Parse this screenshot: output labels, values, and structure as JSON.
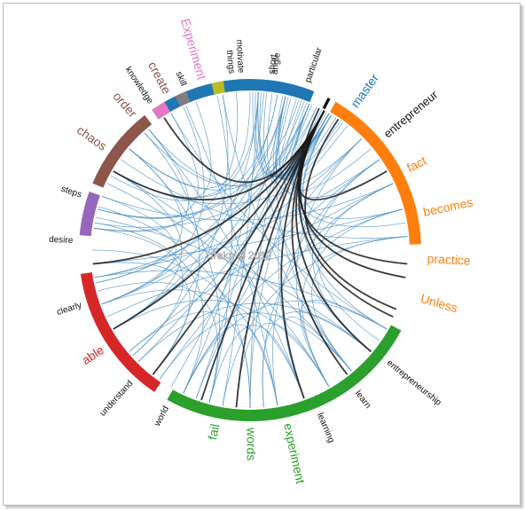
{
  "watermark": "frakn © 2012",
  "colors": {
    "link": "#4a8fc4",
    "strong_link": "#1a1a1a",
    "label_dark": "#111111"
  },
  "groups": [
    {
      "name": "master",
      "color": "#1f77b4",
      "a0": -35,
      "a1": 22,
      "words": [
        "knowledge",
        "skill",
        "things",
        "short",
        "particular",
        "master"
      ]
    },
    {
      "name": "entrepreneur",
      "color": "#111111",
      "a0": 27,
      "a1": 28,
      "words": [
        "entrepreneur"
      ]
    },
    {
      "name": "unless",
      "color": "#ff7f0e",
      "a0": 30,
      "a1": 88,
      "words": [
        "fact",
        "becomes",
        "practice",
        "Unless"
      ]
    },
    {
      "name": "words",
      "color": "#2ca02c",
      "a0": 118,
      "a1": 209,
      "words": [
        "entrepreneurship",
        "learn",
        "learning",
        "experiment",
        "words",
        "fail"
      ]
    },
    {
      "name": "able",
      "color": "#d62728",
      "a0": 214,
      "a1": 262,
      "words": [
        "world",
        "understand",
        "able",
        "clearly"
      ]
    },
    {
      "name": "desire",
      "color": "#9467bd",
      "a0": 275,
      "a1": 290,
      "words": [
        "desire",
        "steps"
      ]
    },
    {
      "name": "chaos",
      "color": "#8c564b",
      "a0": 293,
      "a1": 322,
      "words": [
        "chaos",
        "order",
        "create"
      ]
    },
    {
      "name": "experiment-tag",
      "color": "#e377c2",
      "a0": 325,
      "a1": 330,
      "words": [
        "Experiment"
      ]
    },
    {
      "name": "motivate",
      "color": "#7f7f7f",
      "a0": 334,
      "a1": 338,
      "words": [
        "motivate"
      ]
    },
    {
      "name": "angle",
      "color": "#bcbd22",
      "a0": 347,
      "a1": 351,
      "words": [
        "angle"
      ]
    }
  ],
  "labels": [
    {
      "text": "knowledge",
      "angle": -34,
      "size": 10,
      "color": "#111111"
    },
    {
      "text": "skill",
      "angle": -22,
      "size": 10,
      "color": "#111111"
    },
    {
      "text": "things",
      "angle": -6,
      "size": 10,
      "color": "#111111"
    },
    {
      "text": "short",
      "angle": 7,
      "size": 10,
      "color": "#111111"
    },
    {
      "text": "particular",
      "angle": 19,
      "size": 10,
      "color": "#111111"
    },
    {
      "text": "master",
      "angle": 36,
      "size": 14,
      "color": "#1f77b4"
    },
    {
      "text": "entrepreneur",
      "angle": 50,
      "size": 13,
      "color": "#111111"
    },
    {
      "text": "fact",
      "angle": 63,
      "size": 14,
      "color": "#ff7f0e"
    },
    {
      "text": "becomes",
      "angle": 78,
      "size": 14,
      "color": "#ff7f0e"
    },
    {
      "text": "practice",
      "angle": 93,
      "size": 14,
      "color": "#ff7f0e"
    },
    {
      "text": "Unless",
      "angle": 106,
      "size": 14,
      "color": "#ff7f0e"
    },
    {
      "text": "entrepreneurship",
      "angle": 129,
      "size": 10,
      "color": "#111111"
    },
    {
      "text": "learn",
      "angle": 143,
      "size": 10,
      "color": "#111111"
    },
    {
      "text": "learning",
      "angle": 157,
      "size": 10,
      "color": "#111111"
    },
    {
      "text": "experiment",
      "angle": 168,
      "size": 14,
      "color": "#2ca02c"
    },
    {
      "text": "words",
      "angle": 180,
      "size": 14,
      "color": "#2ca02c"
    },
    {
      "text": "fail",
      "angle": 191,
      "size": 14,
      "color": "#2ca02c"
    },
    {
      "text": "world",
      "angle": 208,
      "size": 10,
      "color": "#111111"
    },
    {
      "text": "understand",
      "angle": 222,
      "size": 10,
      "color": "#111111"
    },
    {
      "text": "able",
      "angle": 236,
      "size": 14,
      "color": "#d62728"
    },
    {
      "text": "clearly",
      "angle": 252,
      "size": 10,
      "color": "#111111"
    },
    {
      "text": "desire",
      "angle": 273,
      "size": 10,
      "color": "#111111"
    },
    {
      "text": "steps",
      "angle": 288,
      "size": 10,
      "color": "#111111"
    },
    {
      "text": "chaos",
      "angle": 305,
      "size": 14,
      "color": "#8c564b"
    },
    {
      "text": "order",
      "angle": 319,
      "size": 14,
      "color": "#8c564b"
    },
    {
      "text": "create",
      "angle": 332,
      "size": 14,
      "color": "#8c564b"
    },
    {
      "text": "Experiment",
      "angle": 344,
      "size": 14,
      "color": "#e377c2"
    },
    {
      "text": "motivate",
      "angle": 357,
      "size": 10,
      "color": "#111111"
    },
    {
      "text": "angle",
      "angle": 8,
      "size": 10,
      "color": "#111111"
    }
  ],
  "links": [
    [
      1,
      28,
      "s"
    ],
    [
      2,
      30,
      "s"
    ],
    [
      4,
      30,
      "s"
    ],
    [
      6,
      30,
      "s"
    ],
    [
      8,
      30,
      "s"
    ],
    [
      12,
      30,
      "s"
    ],
    [
      14,
      30,
      "s"
    ],
    [
      17,
      30,
      "s"
    ],
    [
      19,
      30,
      "s"
    ],
    [
      21,
      30,
      "s"
    ],
    [
      23,
      30,
      "s"
    ],
    [
      25,
      30,
      "s"
    ],
    [
      27,
      30,
      "s"
    ],
    [
      29,
      30,
      "s"
    ],
    [
      31,
      30,
      "s"
    ],
    [
      33,
      30,
      "s"
    ],
    [
      36,
      30,
      "s"
    ],
    [
      38,
      30,
      "s"
    ],
    [
      3,
      60,
      "s"
    ],
    [
      3,
      130,
      "s"
    ],
    [
      3,
      190,
      "s"
    ],
    [
      3,
      240,
      "s"
    ],
    [
      3,
      300,
      "s"
    ],
    [
      13,
      35,
      "s"
    ],
    [
      13,
      80,
      "s"
    ],
    [
      13,
      140,
      "s"
    ],
    [
      13,
      200,
      "s"
    ],
    [
      13,
      250,
      "s"
    ],
    [
      13,
      285,
      "s"
    ],
    [
      22,
      50,
      "s"
    ],
    [
      22,
      100,
      "s"
    ],
    [
      22,
      160,
      "s"
    ],
    [
      22,
      210,
      "s"
    ],
    [
      22,
      260,
      "s"
    ],
    [
      22,
      310,
      "s"
    ],
    [
      31,
      75,
      "s"
    ],
    [
      31,
      120,
      "s"
    ],
    [
      31,
      180,
      "s"
    ],
    [
      31,
      225,
      "s"
    ],
    [
      31,
      280,
      "s"
    ],
    [
      31,
      320,
      "s"
    ],
    [
      45,
      150,
      "s"
    ],
    [
      45,
      200,
      "s"
    ],
    [
      45,
      250,
      "s"
    ],
    [
      45,
      300,
      "s"
    ],
    [
      55,
      130,
      "s"
    ],
    [
      55,
      170,
      "s"
    ],
    [
      55,
      215,
      "s"
    ],
    [
      55,
      260,
      "s"
    ],
    [
      65,
      125,
      "s"
    ],
    [
      65,
      175,
      "s"
    ],
    [
      65,
      230,
      "s"
    ],
    [
      65,
      290,
      "s"
    ],
    [
      75,
      150,
      "s"
    ],
    [
      75,
      205,
      "s"
    ],
    [
      75,
      265,
      "s"
    ],
    [
      85,
      140,
      "s"
    ],
    [
      85,
      190,
      "s"
    ],
    [
      85,
      245,
      "s"
    ],
    [
      85,
      305,
      "s"
    ],
    [
      120,
      150,
      "s"
    ],
    [
      120,
      205,
      "s"
    ],
    [
      120,
      260,
      "s"
    ],
    [
      120,
      330,
      "s"
    ],
    [
      130,
      175,
      "s"
    ],
    [
      130,
      225,
      "s"
    ],
    [
      130,
      282,
      "s"
    ],
    [
      140,
      160,
      "s"
    ],
    [
      140,
      215,
      "s"
    ],
    [
      140,
      300,
      "s"
    ],
    [
      140,
      350,
      "s"
    ],
    [
      150,
      185,
      "s"
    ],
    [
      150,
      240,
      "s"
    ],
    [
      150,
      295,
      "s"
    ],
    [
      160,
      195,
      "s"
    ],
    [
      160,
      250,
      "s"
    ],
    [
      160,
      320,
      "s"
    ],
    [
      170,
      205,
      "s"
    ],
    [
      170,
      270,
      "s"
    ],
    [
      170,
      336,
      "s"
    ],
    [
      180,
      230,
      "s"
    ],
    [
      180,
      286,
      "s"
    ],
    [
      180,
      15,
      "s"
    ],
    [
      195,
      255,
      "s"
    ],
    [
      195,
      310,
      "s"
    ],
    [
      195,
      348,
      "s"
    ],
    [
      205,
      280,
      "s"
    ],
    [
      205,
      5,
      "s"
    ],
    [
      218,
      265,
      "s"
    ],
    [
      218,
      318,
      "s"
    ],
    [
      228,
      278,
      "s"
    ],
    [
      228,
      350,
      "s"
    ],
    [
      240,
      300,
      "s"
    ],
    [
      240,
      20,
      "s"
    ],
    [
      250,
      290,
      "s"
    ],
    [
      250,
      335,
      "s"
    ],
    [
      258,
      310,
      "s"
    ],
    [
      258,
      10,
      "s"
    ],
    [
      278,
      320,
      "s"
    ],
    [
      278,
      355,
      "s"
    ],
    [
      285,
      330,
      "s"
    ],
    [
      285,
      18,
      "s"
    ],
    [
      298,
      340,
      "s"
    ],
    [
      310,
      0,
      "s"
    ],
    [
      318,
      25,
      "s"
    ],
    [
      300,
      10,
      "s"
    ],
    [
      28,
      60,
      "d"
    ],
    [
      28,
      100,
      "d"
    ],
    [
      28,
      115,
      "d"
    ],
    [
      28,
      130,
      "d"
    ],
    [
      28,
      142,
      "d"
    ],
    [
      28,
      160,
      "d"
    ],
    [
      28,
      185,
      "d"
    ],
    [
      28,
      198,
      "d"
    ],
    [
      28,
      218,
      "d"
    ],
    [
      28,
      240,
      "d"
    ],
    [
      28,
      265,
      "d"
    ],
    [
      28,
      300,
      "d"
    ],
    [
      28,
      327,
      "d"
    ],
    [
      34,
      112,
      "d"
    ],
    [
      26,
      95,
      "d"
    ]
  ]
}
